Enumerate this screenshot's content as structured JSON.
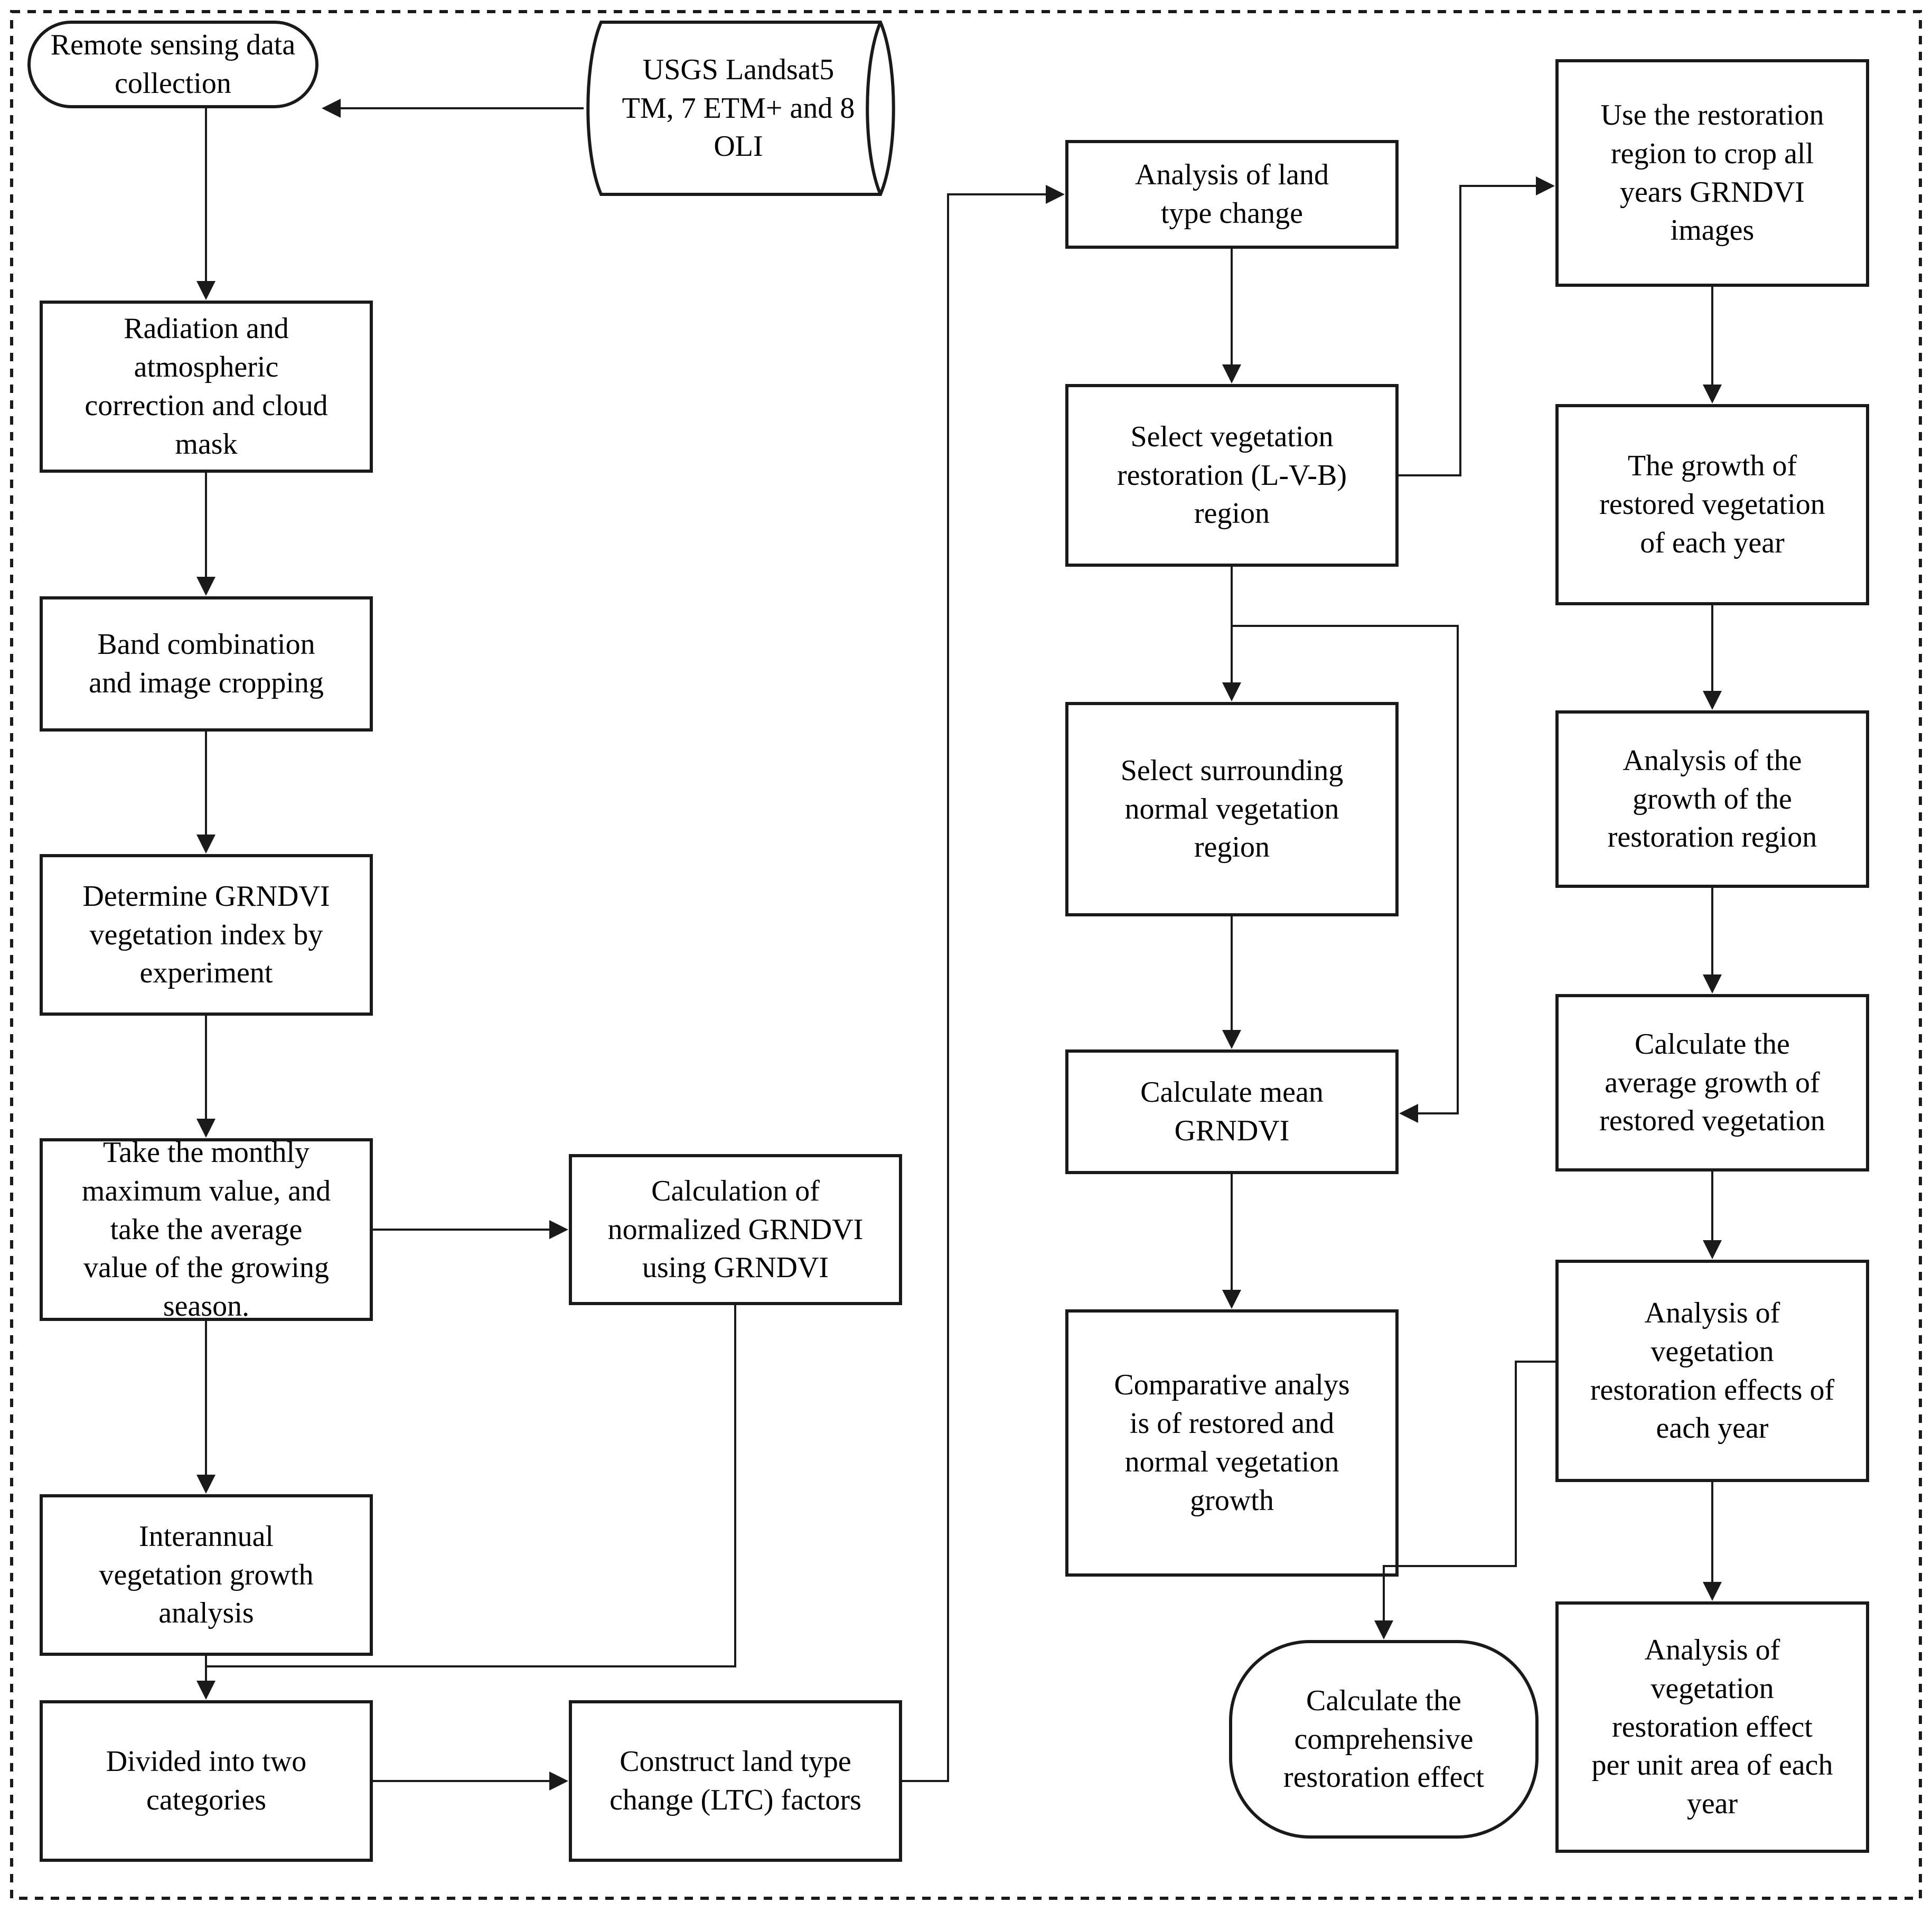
{
  "diagram": {
    "title": "Vegetation restoration remote sensing analysis workflow",
    "border_style": "dashed",
    "stroke_color": "#1a1a1a",
    "fill_color": "#ffffff",
    "text_color": "#000000"
  },
  "nodes": {
    "remote_sensing_data_collection": "Remote sensing data\ncollection",
    "usgs_landsat": "USGS Landsat5\nTM, 7 ETM+ and 8\nOLI",
    "radiation_correction": "Radiation and\natmospheric\ncorrection and cloud\nmask",
    "band_combination": "Band combination\nand image cropping",
    "determine_grndvi": "Determine GRNDVI\nvegetation index by\nexperiment",
    "monthly_maximum": "Take the monthly\nmaximum value, and\ntake the average\nvalue of the growing\nseason.",
    "calculation_normalized": "Calculation of\nnormalized GRNDVI\nusing GRNDVI",
    "interannual_growth": "Interannual\nvegetation growth\nanalysis",
    "divided_two_categories": "Divided into two\ncategories",
    "construct_ltc": "Construct land type\nchange (LTC) factors",
    "analysis_land_type_change": "Analysis of land\ntype change",
    "select_vegetation_restoration": "Select vegetation\nrestoration (L-V-B)\nregion",
    "select_surrounding_normal": "Select surrounding\nnormal vegetation\nregion",
    "calculate_mean_grndvi": "Calculate mean\nGRNDVI",
    "comparative_analysis": "Comparative analys\nis of restored and\nnormal vegetation\ngrowth",
    "use_restoration_region_crop": "Use the restoration\nregion to crop all\nyears GRNDVI\nimages",
    "growth_restored_vegetation": "The growth of\nrestored vegetation\nof each year",
    "analysis_growth_restoration_region": "Analysis of the\ngrowth of the\nrestoration region",
    "calculate_average_growth": "Calculate the\naverage growth of\nrestored vegetation",
    "analysis_restoration_effects_each_year": "Analysis of\nvegetation\nrestoration effects of\neach year",
    "analysis_restoration_effect_per_unit": "Analysis of\nvegetation\nrestoration effect\nper unit area of each\nyear",
    "calculate_comprehensive": "Calculate the\ncomprehensive\nrestoration effect"
  },
  "edges": [
    {
      "from": "usgs_landsat",
      "to": "remote_sensing_data_collection"
    },
    {
      "from": "remote_sensing_data_collection",
      "to": "radiation_correction"
    },
    {
      "from": "radiation_correction",
      "to": "band_combination"
    },
    {
      "from": "band_combination",
      "to": "determine_grndvi"
    },
    {
      "from": "determine_grndvi",
      "to": "monthly_maximum"
    },
    {
      "from": "monthly_maximum",
      "to": "calculation_normalized"
    },
    {
      "from": "monthly_maximum",
      "to": "interannual_growth"
    },
    {
      "from": "interannual_growth",
      "to": "divided_two_categories"
    },
    {
      "from": "calculation_normalized",
      "to": "divided_two_categories"
    },
    {
      "from": "divided_two_categories",
      "to": "construct_ltc"
    },
    {
      "from": "construct_ltc",
      "to": "analysis_land_type_change"
    },
    {
      "from": "analysis_land_type_change",
      "to": "select_vegetation_restoration"
    },
    {
      "from": "select_vegetation_restoration",
      "to": "select_surrounding_normal"
    },
    {
      "from": "select_vegetation_restoration",
      "to": "use_restoration_region_crop"
    },
    {
      "from": "select_vegetation_restoration",
      "to": "calculate_mean_grndvi"
    },
    {
      "from": "select_surrounding_normal",
      "to": "calculate_mean_grndvi"
    },
    {
      "from": "calculate_mean_grndvi",
      "to": "comparative_analysis"
    },
    {
      "from": "use_restoration_region_crop",
      "to": "growth_restored_vegetation"
    },
    {
      "from": "growth_restored_vegetation",
      "to": "analysis_growth_restoration_region"
    },
    {
      "from": "analysis_growth_restoration_region",
      "to": "calculate_average_growth"
    },
    {
      "from": "calculate_average_growth",
      "to": "analysis_restoration_effects_each_year"
    },
    {
      "from": "analysis_restoration_effects_each_year",
      "to": "analysis_restoration_effect_per_unit"
    },
    {
      "from": "analysis_restoration_effects_each_year",
      "to": "calculate_comprehensive"
    }
  ]
}
